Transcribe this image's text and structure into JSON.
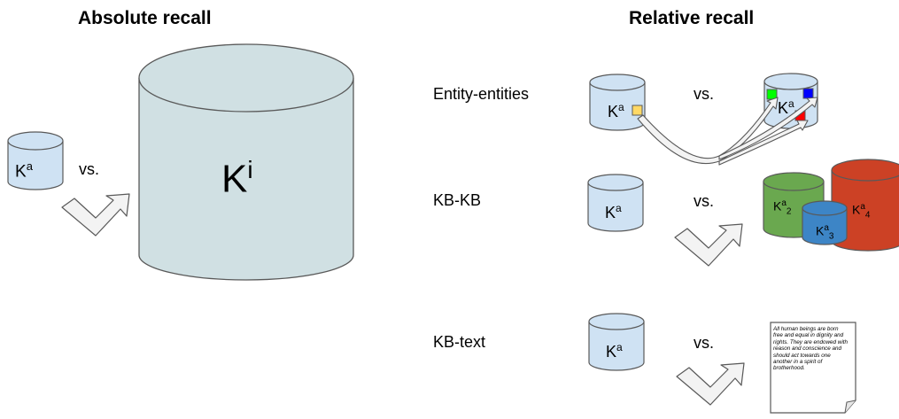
{
  "headings": {
    "absolute": "Absolute recall",
    "relative": "Relative recall"
  },
  "rows": {
    "entity": "Entity-entities",
    "kbkb": "KB-KB",
    "kbtext": "KB-text"
  },
  "vs_label": "vs.",
  "labels": {
    "ka_base": "K",
    "ka_sup": "a",
    "ki_base": "K",
    "ki_sup": "i",
    "k2": {
      "base": "K",
      "sup": "a",
      "sub": "2"
    },
    "k3": {
      "base": "K",
      "sup": "a",
      "sub": "3"
    },
    "k4": {
      "base": "K",
      "sup": "a",
      "sub": "4"
    }
  },
  "document_text": "All human beings are born free and equal in dignity and rights. They are endowed with reason and conscience and should act towards one another in a spirit of brotherhood.",
  "colors": {
    "cyl_blue": "#cfe2f3",
    "cyl_big": "#d0e0e3",
    "green_kb": "#6aa84f",
    "blue_kb": "#3d85c6",
    "red_kb": "#cc4125",
    "yellow_square": "#ffd966",
    "green_square": "#00ff00",
    "blue_square": "#0000ff",
    "red_square": "#ff0000",
    "arrow_fill": "#f3f3f3",
    "stroke": "#595959"
  }
}
